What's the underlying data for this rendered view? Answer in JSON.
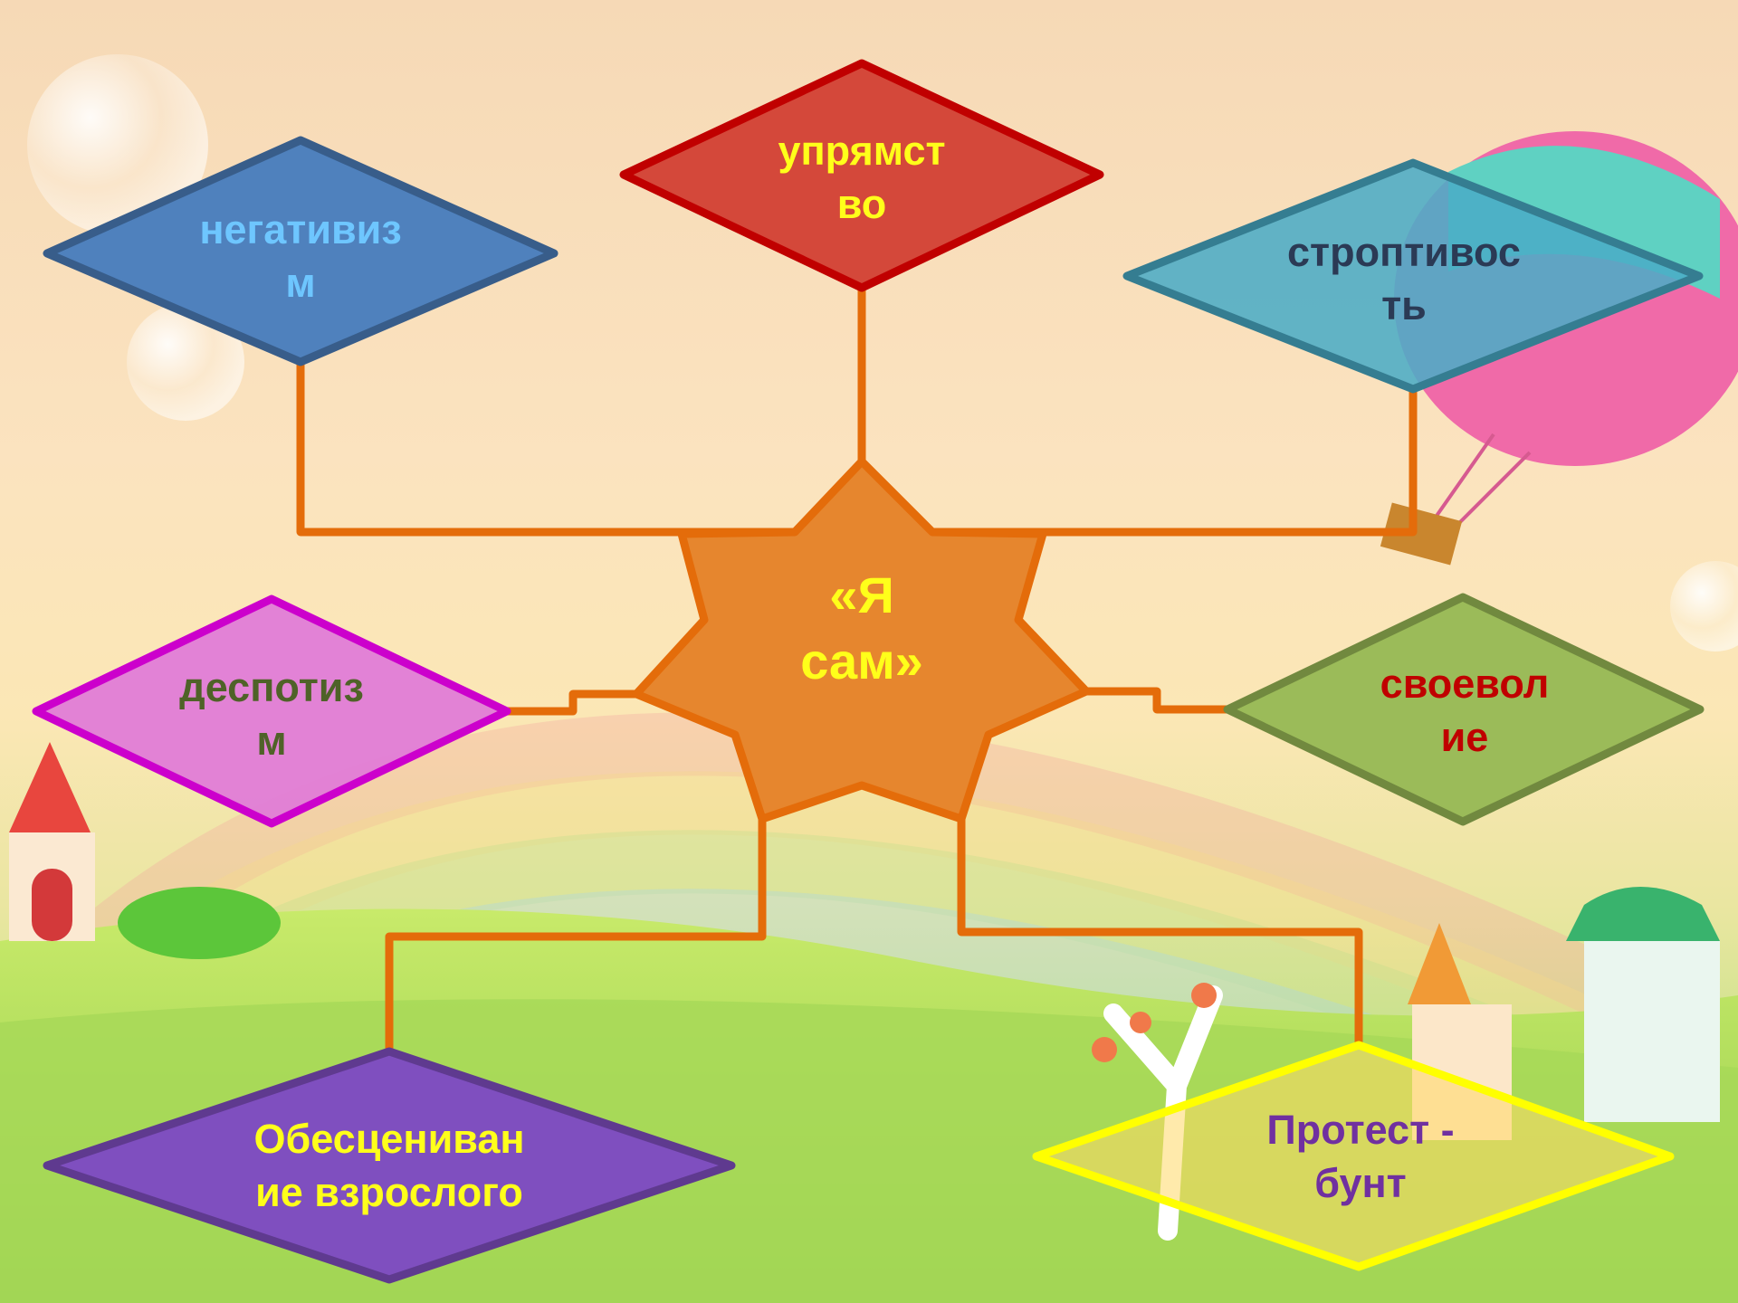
{
  "center": {
    "line1": "«Я",
    "line2": "сам»",
    "color": "#ffff1a"
  },
  "nodes": {
    "upryamstvo": {
      "line1": "упрямст",
      "line2": "во",
      "text_color": "#ffff1a",
      "fill": "#d4483a",
      "stroke": "#c00000"
    },
    "negativizm": {
      "line1": "негативиз",
      "line2": "м",
      "text_color": "#6ec6ff",
      "fill": "#4f81bd",
      "stroke": "#385d8a"
    },
    "stroptivost": {
      "line1": "строптивос",
      "line2": "ть",
      "text_color": "#2b3a55",
      "fill": "#4bacc6",
      "stroke": "#357d91"
    },
    "despotizm": {
      "line1": "деспотиз",
      "line2": "м",
      "text_color": "#4f6228",
      "fill": "#e07ad8",
      "stroke": "#cc00cc"
    },
    "svoevolie": {
      "line1": "своевол",
      "line2": "ие",
      "text_color": "#c00000",
      "fill": "#9bbb59",
      "stroke": "#71893f"
    },
    "obescenivanie": {
      "line1": "Обесцениван",
      "line2": "ие взрослого",
      "text_color": "#ffff1a",
      "fill": "#7f4fbf",
      "stroke": "#5f3a8f"
    },
    "protest": {
      "line1": "Протест -",
      "line2": "бунт",
      "text_color": "#7030a0",
      "fill": "#ffd966",
      "stroke": "#ffff00"
    }
  },
  "connector_color": "#e46c0a",
  "star_fill": "#e6862e"
}
